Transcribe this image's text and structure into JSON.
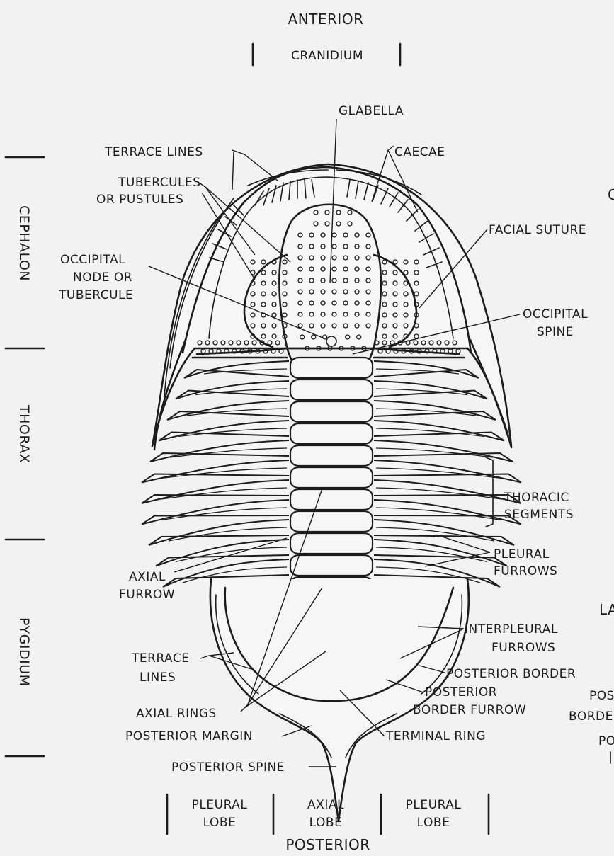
{
  "orientation": {
    "anterior": "ANTERIOR",
    "posterior": "POSTERIOR"
  },
  "top_bracket": "CRANIDIUM",
  "regions": {
    "cephalon": "CEPHALON",
    "thorax": "THORAX",
    "pygidium": "PYGIDIUM"
  },
  "lobes": {
    "left": "PLEURAL\nLOBE",
    "axial": "AXIAL\nLOBE",
    "right": "PLEURAL\nLOBE"
  },
  "labels": {
    "glabella": "GLABELLA",
    "terrace_lines_top": "TERRACE LINES",
    "caecae": "CAECAE",
    "tubercules": "TUBERCULES\nOR PUSTULES",
    "facial_suture": "FACIAL SUTURE",
    "occipital_node": "OCCIPITAL\nNODE OR\nTUBERCULE",
    "occipital_spine": "OCCIPITAL\nSPINE",
    "thoracic_segments": "THORACIC\nSEGMENTS",
    "pleural_furrows": "PLEURAL\nFURROWS",
    "axial_furrow": "AXIAL\nFURROW",
    "interpleural_furrows": "INTERPLEURAL\nFURROWS",
    "terrace_lines_bottom": "TERRACE\nLINES",
    "posterior_border": "POSTERIOR BORDER",
    "posterior_border_furrow": "POSTERIOR\nBORDER FURROW",
    "axial_rings": "AXIAL RINGS",
    "posterior_margin": "POSTERIOR MARGIN",
    "terminal_ring": "TERMINAL RING",
    "posterior_spine": "POSTERIOR SPINE"
  },
  "edge_fragments": {
    "c": "C",
    "la": "LA",
    "pos": "POS",
    "borde": "BORDE",
    "po": "PO"
  }
}
